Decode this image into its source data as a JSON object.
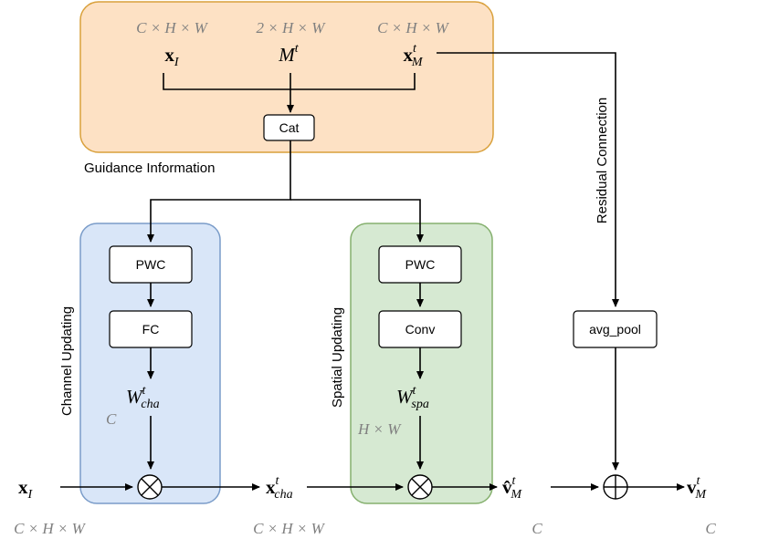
{
  "guidance": {
    "label": "Guidance Information",
    "inputs": [
      {
        "dim": "C × H × W",
        "name": "x",
        "sub": "I",
        "sup": ""
      },
      {
        "dim": "2 × H × W",
        "name": "M",
        "sub": "",
        "sup": "t"
      },
      {
        "dim": "C × H × W",
        "name": "x",
        "sub": "M",
        "sup": "t"
      }
    ],
    "cat_label": "Cat"
  },
  "channel": {
    "label": "Channel Updating",
    "pwc_label": "PWC",
    "fc_label": "FC",
    "weight_name": "W",
    "weight_sup": "t",
    "weight_sub": "cha",
    "weight_dim": "C",
    "op_symbol": "⊗"
  },
  "spatial": {
    "label": "Spatial Updating",
    "pwc_label": "PWC",
    "conv_label": "Conv",
    "weight_name": "W",
    "weight_sup": "t",
    "weight_sub": "spa",
    "weight_dim": "H × W",
    "op_symbol": "⊗"
  },
  "residual": {
    "label": "Residual Connection",
    "pool_label": "avg_pool",
    "op_symbol": "⊕"
  },
  "bottom": {
    "input_name": "x",
    "input_sub": "I",
    "input_dim": "C × H × W",
    "mid_name": "x",
    "mid_sup": "t",
    "mid_sub": "cha",
    "mid_dim": "C × H × W",
    "vhat_name": "v̂",
    "vhat_sup": "t",
    "vhat_sub": "M",
    "vhat_dim": "C",
    "out_name": "v",
    "out_sup": "t",
    "out_sub": "M",
    "out_dim": "C"
  },
  "colors": {
    "guidance_fill": "#fde1c4",
    "guidance_stroke": "#d9a03b",
    "channel_fill": "#d9e6f8",
    "channel_stroke": "#7a9cc9",
    "spatial_fill": "#d6e9d2",
    "spatial_stroke": "#85b06e"
  }
}
